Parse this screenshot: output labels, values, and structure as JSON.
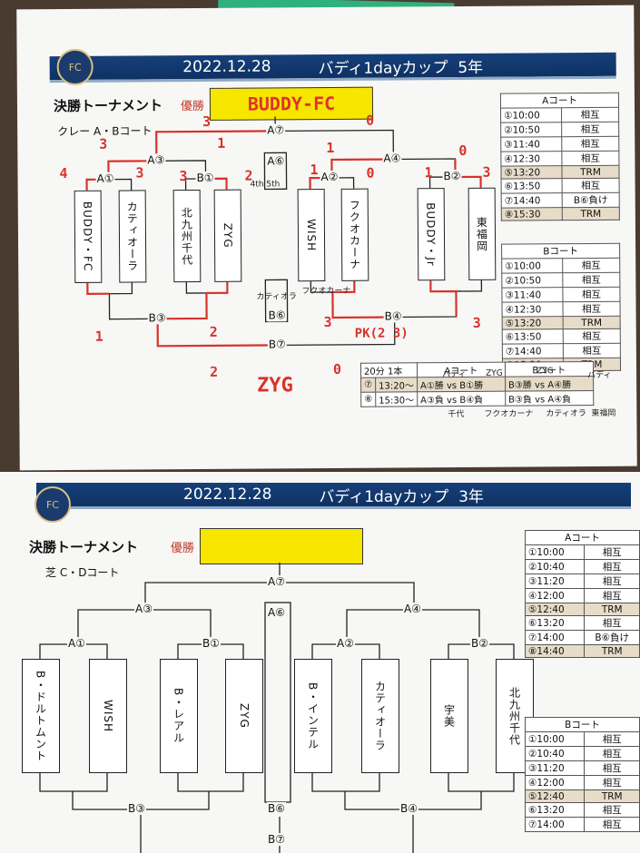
{
  "top": {
    "date": "2022.12.28",
    "event": "バディ1dayカップ",
    "grade": "5年",
    "logo_text": "FC",
    "title": "決勝トーナメント",
    "win_label": "優勝",
    "winner_handwritten": "BUDDY-FC",
    "surface": "クレー A・Bコート",
    "teams": [
      "BUDDY・FC",
      "カティオーラ",
      "北九州千代",
      "ZYG",
      "WISH",
      "フクオカーナ",
      "BUDDY・Jr",
      "東福岡"
    ],
    "match_labels": {
      "a1": "A①",
      "b1": "B①",
      "a2": "A②",
      "b2": "B②",
      "a3": "A③",
      "a4": "A④",
      "a6": "A⑥",
      "a7": "A⑦",
      "b3": "B③",
      "b4": "B④",
      "b6": "B⑥",
      "b7": "B⑦"
    },
    "scores": {
      "a1_l": "4",
      "a1_r": "3",
      "b1_l": "3",
      "b1_r": "2",
      "a2_l": "1",
      "a2_r": "0",
      "b2_l": "1",
      "b2_r": "3",
      "a3_l": "3",
      "a3_r": "1",
      "a4_l": "1",
      "a4_r": "0",
      "a7_l": "3",
      "a7_r": "0",
      "b3_l": "1",
      "b3_r": "2",
      "b4_l": "3",
      "b4_r": "3",
      "b4_pk": "PK(2 3)",
      "b7_l": "2",
      "b7_r": "0"
    },
    "b7_winner": "ZYG",
    "pen_notes": {
      "a6_note": "4th 5th",
      "b6_left": "カティオラ",
      "b6_right": "フクオカーナ"
    },
    "court_a": {
      "header": "Aコート",
      "rows": [
        {
          "t": "①10:00",
          "m": "相互",
          "trm": false
        },
        {
          "t": "②10:50",
          "m": "相互",
          "trm": false
        },
        {
          "t": "③11:40",
          "m": "相互",
          "trm": false
        },
        {
          "t": "④12:30",
          "m": "相互",
          "trm": false
        },
        {
          "t": "⑤13:20",
          "m": "TRM",
          "trm": true
        },
        {
          "t": "⑥13:50",
          "m": "相互",
          "trm": false
        },
        {
          "t": "⑦14:40",
          "m": "B⑥負け",
          "trm": false
        },
        {
          "t": "⑧15:30",
          "m": "TRM",
          "trm": true
        }
      ]
    },
    "court_b": {
      "header": "Bコート",
      "rows": [
        {
          "t": "①10:00",
          "m": "相互",
          "trm": false
        },
        {
          "t": "②10:50",
          "m": "相互",
          "trm": false
        },
        {
          "t": "③11:40",
          "m": "相互",
          "trm": false
        },
        {
          "t": "④12:30",
          "m": "相互",
          "trm": false
        },
        {
          "t": "⑤13:20",
          "m": "TRM",
          "trm": true
        },
        {
          "t": "⑥13:50",
          "m": "相互",
          "trm": false
        },
        {
          "t": "⑦14:40",
          "m": "相互",
          "trm": false
        },
        {
          "t": "⑧15:30",
          "m": "TRM",
          "trm": true
        }
      ]
    },
    "small_table": {
      "header": [
        "20分 1本",
        "Aコート",
        "Bコート"
      ],
      "rows": [
        {
          "n": "⑦",
          "t": "13:20〜",
          "a": "A①勝 vs B①勝",
          "b": "B③勝 vs A④勝"
        },
        {
          "n": "⑧",
          "t": "15:30〜",
          "a": "A③負 vs B④負",
          "b": "B③負 vs A④負"
        }
      ],
      "hand_top": [
        "バディ",
        "ZYG",
        "ZYG",
        "バディ"
      ],
      "hand_bottom": [
        "千代",
        "フクオカーナ",
        "カティオラ",
        "東福岡"
      ]
    }
  },
  "bottom": {
    "date": "2022.12.28",
    "event": "バディ1dayカップ",
    "grade": "3年",
    "logo_text": "FC",
    "title": "決勝トーナメント",
    "win_label": "優勝",
    "surface": "芝 C・Dコート",
    "teams": [
      "B・ドルトムント",
      "WISH",
      "B・レアル",
      "ZYG",
      "B・インテル",
      "カティオーラ",
      "宇美",
      "北九州千代"
    ],
    "match_labels": {
      "a1": "A①",
      "b1": "B①",
      "a2": "A②",
      "b2": "B②",
      "a3": "A③",
      "a4": "A④",
      "a6": "A⑥",
      "a7": "A⑦",
      "b3": "B③",
      "b4": "B④",
      "b6": "B⑥",
      "b7": "B⑦"
    },
    "court_a": {
      "header": "Aコート",
      "rows": [
        {
          "t": "①10:00",
          "m": "相互",
          "trm": false
        },
        {
          "t": "②10:40",
          "m": "相互",
          "trm": false
        },
        {
          "t": "③11:20",
          "m": "相互",
          "trm": false
        },
        {
          "t": "④12:00",
          "m": "相互",
          "trm": false
        },
        {
          "t": "⑤12:40",
          "m": "TRM",
          "trm": true
        },
        {
          "t": "⑥13:20",
          "m": "相互",
          "trm": false
        },
        {
          "t": "⑦14:00",
          "m": "B⑥負け",
          "trm": false
        },
        {
          "t": "⑧14:40",
          "m": "TRM",
          "trm": true
        }
      ]
    },
    "court_b": {
      "header": "Bコート",
      "rows": [
        {
          "t": "①10:00",
          "m": "相互",
          "trm": false
        },
        {
          "t": "②10:40",
          "m": "相互",
          "trm": false
        },
        {
          "t": "③11:20",
          "m": "相互",
          "trm": false
        },
        {
          "t": "④12:00",
          "m": "相互",
          "trm": false
        },
        {
          "t": "⑤12:40",
          "m": "TRM",
          "trm": true
        },
        {
          "t": "⑥13:20",
          "m": "相互",
          "trm": false
        },
        {
          "t": "⑦14:00",
          "m": "相互",
          "trm": false
        }
      ]
    }
  }
}
